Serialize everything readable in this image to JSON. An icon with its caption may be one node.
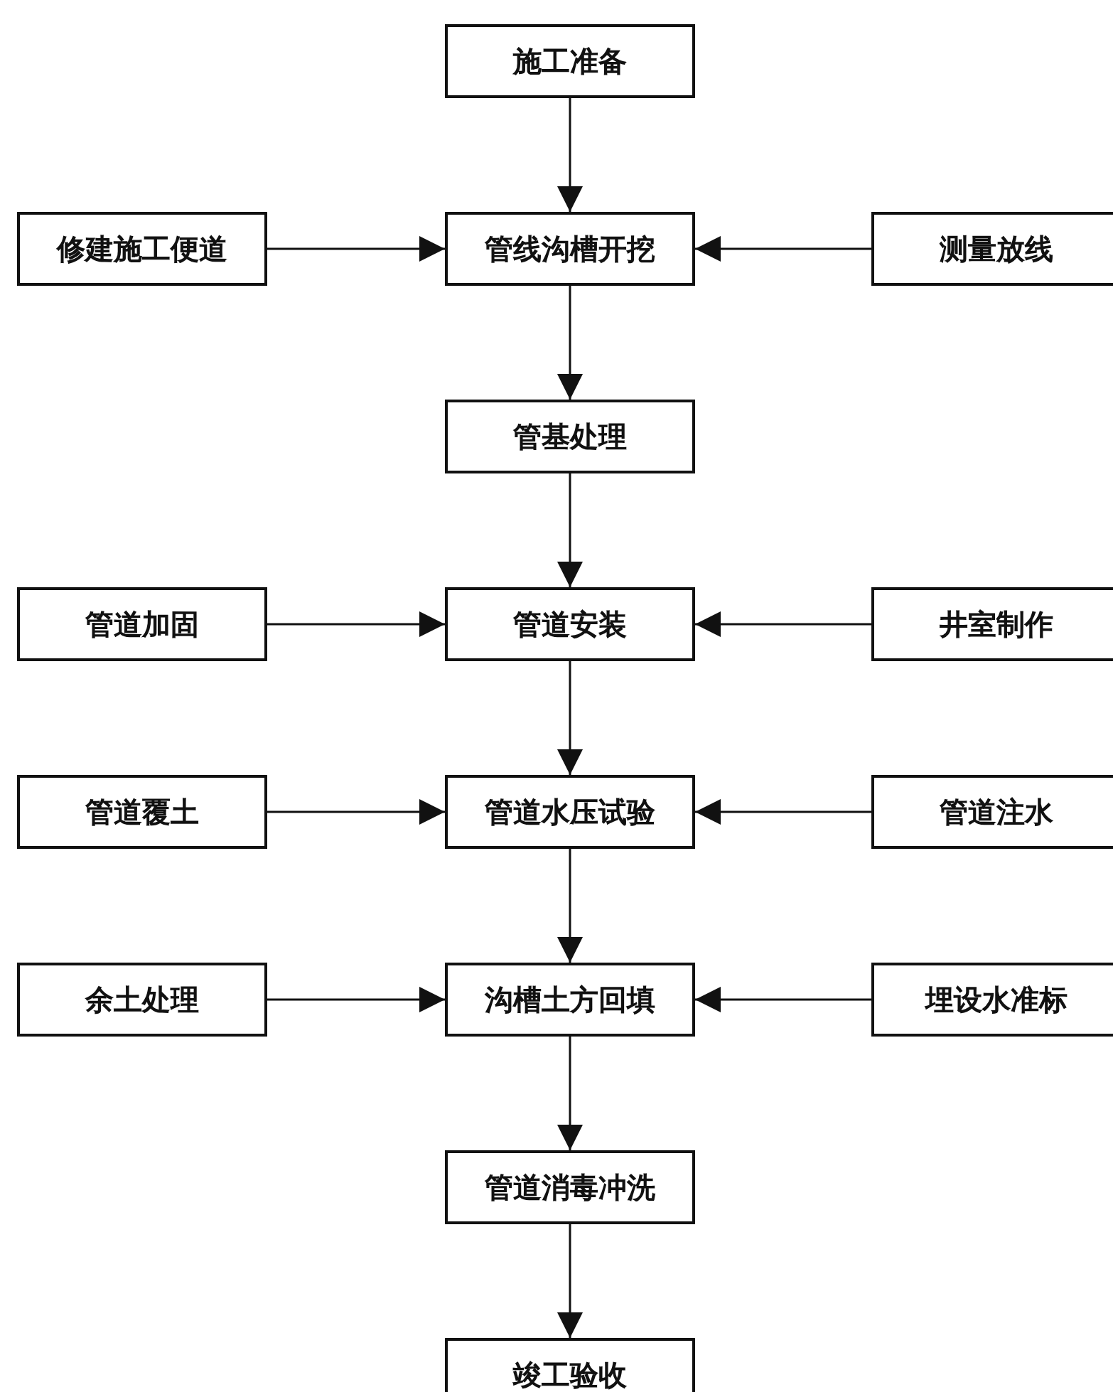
{
  "diagram": {
    "nodes": [
      {
        "text": [
          "施工准备"
        ]
      },
      {
        "text": [
          "修建施工便道"
        ]
      },
      {
        "text": [
          "管线沟槽开挖"
        ]
      },
      {
        "text": [
          "测量放线"
        ]
      },
      {
        "text": [
          "管基处理"
        ]
      },
      {
        "text": [
          "管道加固"
        ]
      },
      {
        "text": [
          "管道安装"
        ]
      },
      {
        "text": [
          "井室制作"
        ]
      },
      {
        "text": [
          "管道覆土"
        ]
      },
      {
        "text": [
          "管道水压试验"
        ]
      },
      {
        "text": [
          "管道注水"
        ]
      },
      {
        "text": [
          "余土处理"
        ]
      },
      {
        "text": [
          "沟槽土方回填"
        ]
      },
      {
        "text": [
          "埋设水准标"
        ]
      },
      {
        "text": [
          "管道消毒冲洗"
        ]
      },
      {
        "text": [
          "竣工验收"
        ]
      }
    ],
    "edges": [
      {
        "from": 0,
        "to": 2,
        "arrow": "to"
      },
      {
        "from": 1,
        "to": 2,
        "arrow": "to"
      },
      {
        "from": 3,
        "to": 2,
        "arrow": "to"
      },
      {
        "from": 2,
        "to": 4,
        "arrow": "to"
      },
      {
        "from": 4,
        "to": 6,
        "arrow": "to"
      },
      {
        "from": 5,
        "to": 6,
        "arrow": "to"
      },
      {
        "from": 7,
        "to": 6,
        "arrow": "to"
      },
      {
        "from": 6,
        "to": 9,
        "arrow": "to"
      },
      {
        "from": 8,
        "to": 9,
        "arrow": "to"
      },
      {
        "from": 10,
        "to": 9,
        "arrow": "to"
      },
      {
        "from": 9,
        "to": 12,
        "arrow": "to"
      },
      {
        "from": 11,
        "to": 12,
        "arrow": "to"
      },
      {
        "from": 13,
        "to": 12,
        "arrow": "to"
      },
      {
        "from": 12,
        "to": 14,
        "arrow": "to"
      },
      {
        "from": 14,
        "to": 15,
        "arrow": "to"
      }
    ]
  }
}
